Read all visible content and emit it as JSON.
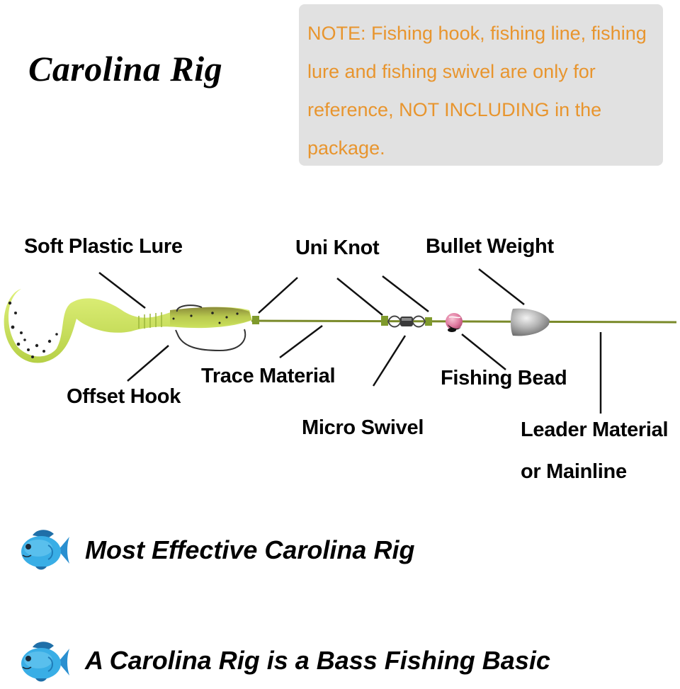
{
  "title": "Carolina Rig",
  "note": {
    "text": "NOTE: Fishing hook, fishing line, fishing lure and fishing swivel are only for reference, NOT INCLUDING in the package.",
    "text_color": "#e8952e",
    "background": "#e1e1e1"
  },
  "diagram": {
    "labels": {
      "soft_plastic_lure": "Soft Plastic Lure",
      "uni_knot": "Uni Knot",
      "bullet_weight": "Bullet Weight",
      "offset_hook": "Offset Hook",
      "trace_material": "Trace Material",
      "fishing_bead": "Fishing Bead",
      "micro_swivel": "Micro Swivel",
      "leader_material_line1": "Leader Material",
      "leader_material_line2": "or Mainline"
    },
    "colors": {
      "line": "#7a8a2a",
      "lure": "#c9e35a",
      "bead": "#e68aa8",
      "weight": "#b8b8b8"
    }
  },
  "bullets": [
    {
      "icon": "fish-icon",
      "text": "Most Effective Carolina Rig"
    },
    {
      "icon": "fish-icon",
      "text": "A Carolina Rig is a Bass Fishing Basic"
    }
  ]
}
